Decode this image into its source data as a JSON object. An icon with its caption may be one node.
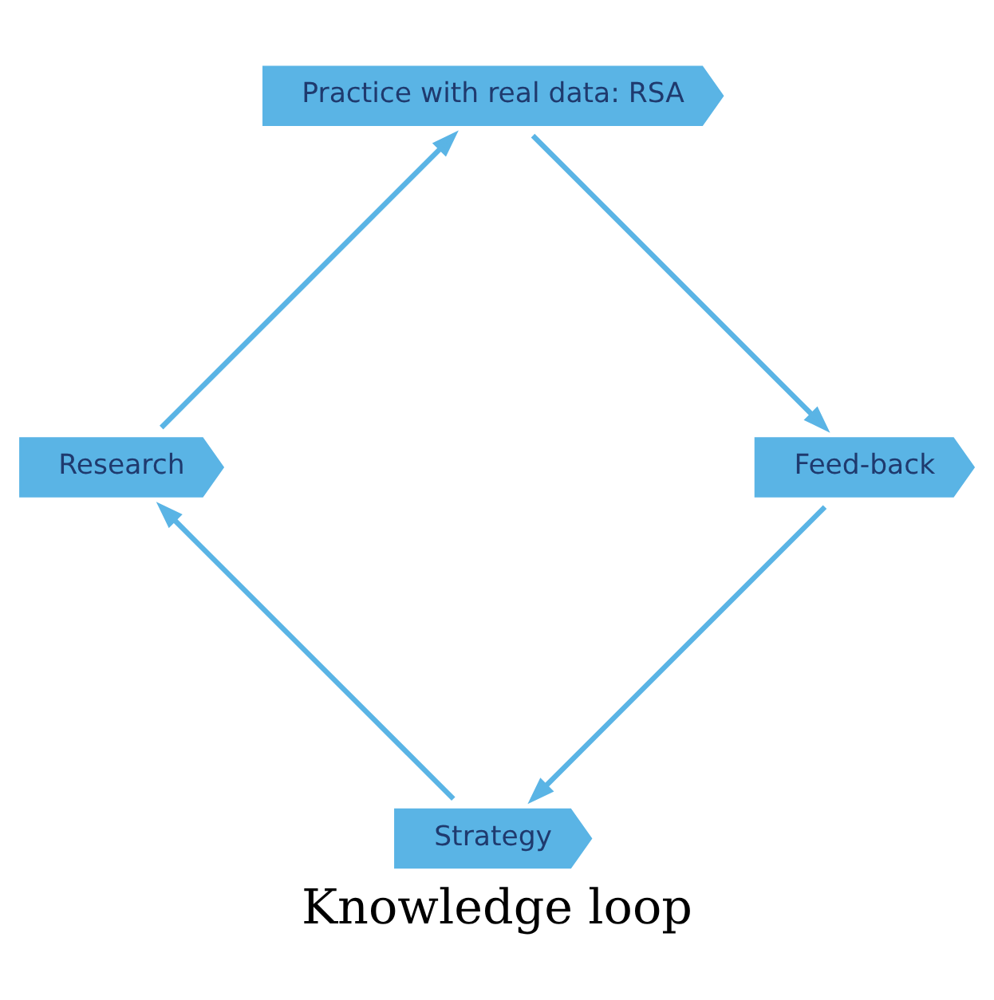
{
  "diagram": {
    "title": "Knowledge loop",
    "nodes": [
      {
        "text": [
          "Strategy"
        ]
      },
      {
        "text": [
          "Research"
        ]
      },
      {
        "text": [
          "Practice with real data: RSA"
        ]
      },
      {
        "text": [
          "Feed-back"
        ]
      }
    ],
    "edges": [
      {
        "from": 0,
        "to": 1,
        "arrow": "to"
      },
      {
        "from": 1,
        "to": 2,
        "arrow": "to"
      },
      {
        "from": 2,
        "to": 3,
        "arrow": "to"
      },
      {
        "from": 3,
        "to": 0,
        "arrow": "to"
      }
    ]
  }
}
